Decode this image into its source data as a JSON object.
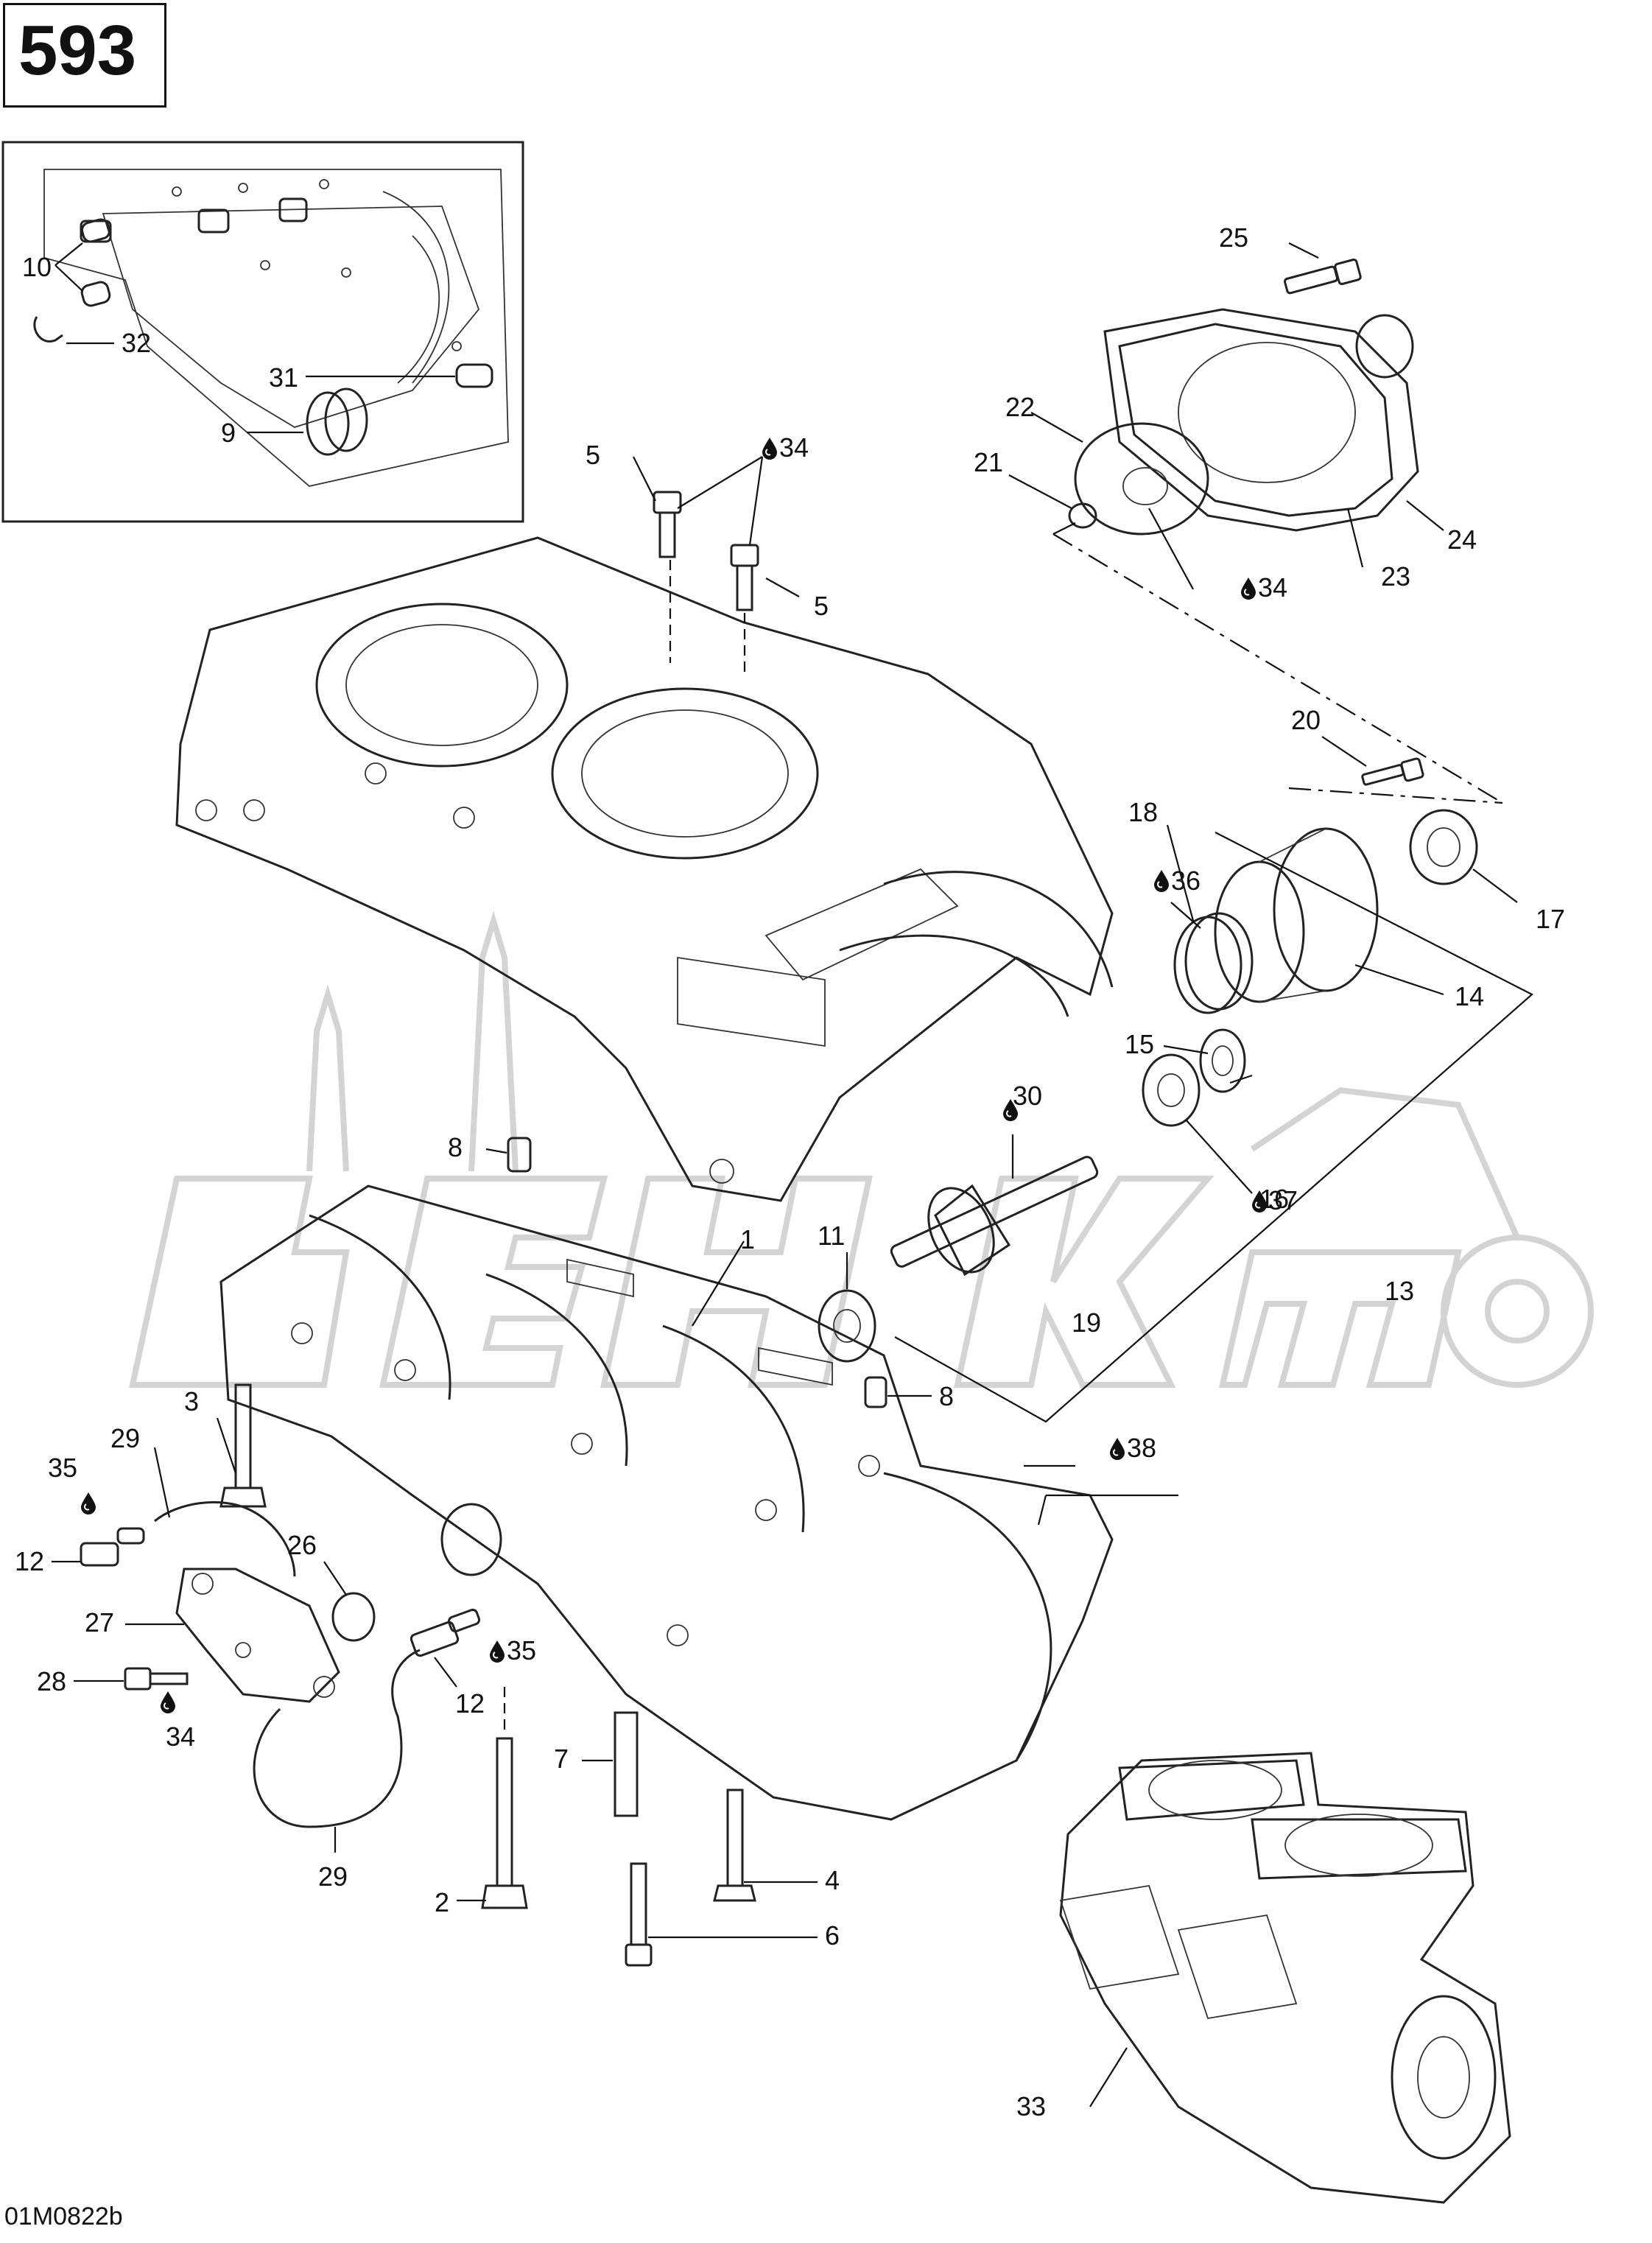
{
  "header": {
    "page_code": "593"
  },
  "footer": {
    "document_id": "01M0822b"
  },
  "callouts": [
    {
      "id": "c1",
      "text": "1"
    },
    {
      "id": "c2",
      "text": "2"
    },
    {
      "id": "c3",
      "text": "3"
    },
    {
      "id": "c4",
      "text": "4"
    },
    {
      "id": "c5a",
      "text": "5"
    },
    {
      "id": "c5b",
      "text": "5"
    },
    {
      "id": "c6",
      "text": "6"
    },
    {
      "id": "c7",
      "text": "7"
    },
    {
      "id": "c8a",
      "text": "8"
    },
    {
      "id": "c8b",
      "text": "8"
    },
    {
      "id": "c9",
      "text": "9"
    },
    {
      "id": "c10",
      "text": "10"
    },
    {
      "id": "c11",
      "text": "11"
    },
    {
      "id": "c12a",
      "text": "12"
    },
    {
      "id": "c12b",
      "text": "12"
    },
    {
      "id": "c13",
      "text": "13"
    },
    {
      "id": "c14",
      "text": "14"
    },
    {
      "id": "c15",
      "text": "15"
    },
    {
      "id": "c16",
      "text": "16"
    },
    {
      "id": "c17",
      "text": "17"
    },
    {
      "id": "c18",
      "text": "18"
    },
    {
      "id": "c19",
      "text": "19"
    },
    {
      "id": "c20",
      "text": "20"
    },
    {
      "id": "c21",
      "text": "21"
    },
    {
      "id": "c22",
      "text": "22"
    },
    {
      "id": "c23",
      "text": "23"
    },
    {
      "id": "c24",
      "text": "24"
    },
    {
      "id": "c25",
      "text": "25"
    },
    {
      "id": "c26",
      "text": "26"
    },
    {
      "id": "c27",
      "text": "27"
    },
    {
      "id": "c28",
      "text": "28"
    },
    {
      "id": "c29a",
      "text": "29"
    },
    {
      "id": "c29b",
      "text": "29"
    },
    {
      "id": "c30",
      "text": "30"
    },
    {
      "id": "c31",
      "text": "31"
    },
    {
      "id": "c32",
      "text": "32"
    },
    {
      "id": "c33",
      "text": "33"
    },
    {
      "id": "c34a",
      "text": "34"
    },
    {
      "id": "c34b",
      "text": "34"
    },
    {
      "id": "c34c",
      "text": "34"
    },
    {
      "id": "c35a",
      "text": "35"
    },
    {
      "id": "c35b",
      "text": "35"
    },
    {
      "id": "c36",
      "text": "36"
    },
    {
      "id": "c37",
      "text": "37"
    },
    {
      "id": "c38",
      "text": "38"
    }
  ],
  "icons": {
    "lubricant_drop": "drop-icon"
  }
}
